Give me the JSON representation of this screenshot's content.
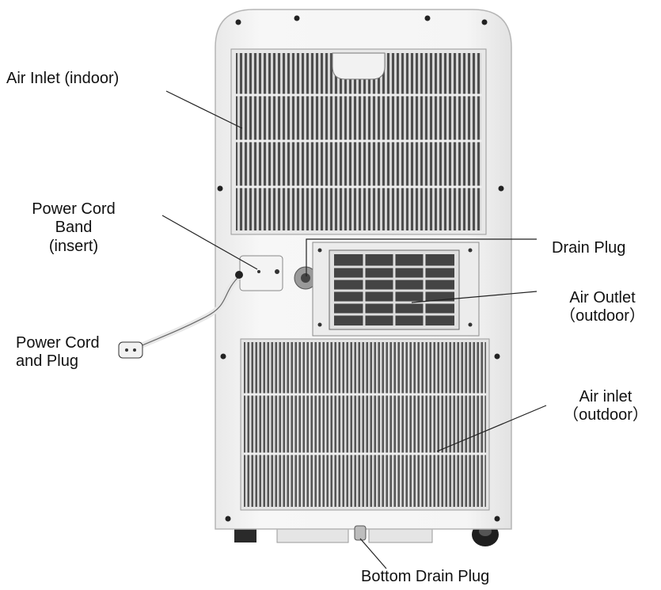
{
  "labels": {
    "air_inlet_indoor": "Air Inlet (indoor)",
    "power_cord_band": [
      "Power Cord",
      "Band",
      "(insert)"
    ],
    "power_cord_plug": [
      "Power Cord",
      "and Plug"
    ],
    "drain_plug": "Drain Plug",
    "air_outlet": [
      "Air Outlet",
      "（outdoor）"
    ],
    "air_inlet_outdoor": [
      "Air inlet",
      "（outdoor）"
    ],
    "bottom_drain_plug": "Bottom Drain Plug"
  },
  "colors": {
    "body": "#f3f3f3",
    "body_edge": "#bdbdbd",
    "grille_bg": "#5a5a5a",
    "grille_line": "#d9d9d9",
    "leader": "#222222"
  }
}
